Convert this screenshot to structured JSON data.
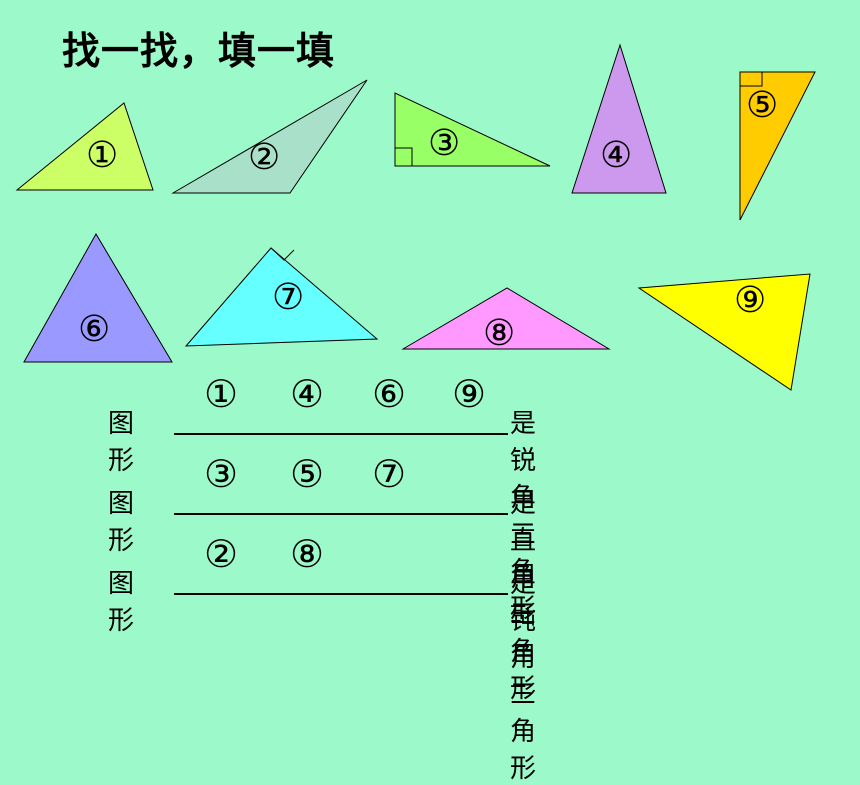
{
  "title": "找一找，填一填",
  "triangles": [
    {
      "label": "①",
      "fill": "#ccff66"
    },
    {
      "label": "②",
      "fill": "#a9e0c9"
    },
    {
      "label": "③",
      "fill": "#99ff66"
    },
    {
      "label": "④",
      "fill": "#cc99ee"
    },
    {
      "label": "⑤",
      "fill": "#ffcc00"
    },
    {
      "label": "⑥",
      "fill": "#9999ff"
    },
    {
      "label": "⑦",
      "fill": "#66ffff"
    },
    {
      "label": "⑧",
      "fill": "#ff99ff"
    },
    {
      "label": "⑨",
      "fill": "#ffff00"
    }
  ],
  "rows": [
    {
      "prefix": "图形",
      "answers": [
        "①",
        "④",
        "⑥",
        "⑨"
      ],
      "suffix": "是锐角三角形"
    },
    {
      "prefix": "图形",
      "answers": [
        "③",
        "⑤",
        "⑦"
      ],
      "suffix": "是直角三角形"
    },
    {
      "prefix": "图形",
      "answers": [
        "②",
        "⑧"
      ],
      "suffix": "是钝角三角形"
    }
  ]
}
